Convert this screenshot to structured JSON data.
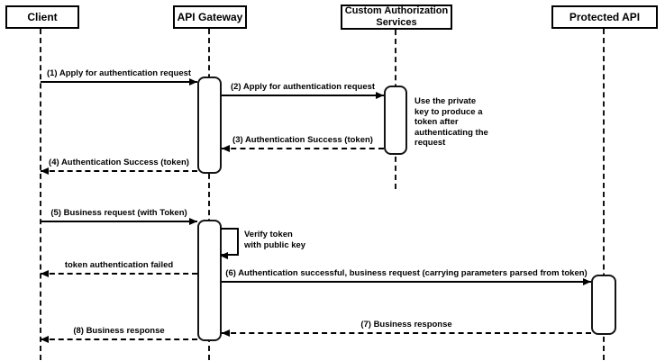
{
  "actors": [
    {
      "name": "Client"
    },
    {
      "name": "API Gateway"
    },
    {
      "name": "Custom Authorization Services"
    },
    {
      "name": "Protected API"
    }
  ],
  "messages": [
    {
      "label": "(1) Apply for authentication request",
      "from": "Client",
      "to": "API Gateway",
      "line": "solid"
    },
    {
      "label": "(2) Apply for authentication request",
      "from": "API Gateway",
      "to": "Custom Authorization Services",
      "line": "solid"
    },
    {
      "label": "(3) Authentication Success (token)",
      "from": "Custom Authorization Services",
      "to": "API Gateway",
      "line": "dashed"
    },
    {
      "label": "(4) Authentication Success (token)",
      "from": "API Gateway",
      "to": "Client",
      "line": "dashed"
    },
    {
      "label": "(5) Business request (with Token)",
      "from": "Client",
      "to": "API Gateway",
      "line": "solid"
    },
    {
      "label": "token authentication failed",
      "from": "API Gateway",
      "to": "Client",
      "line": "dashed"
    },
    {
      "label": "(6) Authentication successful, business request (carrying parameters parsed from token)",
      "from": "API Gateway",
      "to": "Protected API",
      "line": "solid"
    },
    {
      "label": "(7) Business response",
      "from": "Protected API",
      "to": "API Gateway",
      "line": "dashed"
    },
    {
      "label": "(8) Business response",
      "from": "API Gateway",
      "to": "Client",
      "line": "dashed"
    }
  ],
  "self_message": {
    "actor": "API Gateway",
    "label": "Verify token with public key"
  },
  "note": {
    "actor": "Custom Authorization Services",
    "text": "Use the private key to produce a token after authenticating the request"
  },
  "colors": {
    "line": "#000000",
    "fill": "#ffffff",
    "background": "#ffffff",
    "text": "#000000"
  }
}
